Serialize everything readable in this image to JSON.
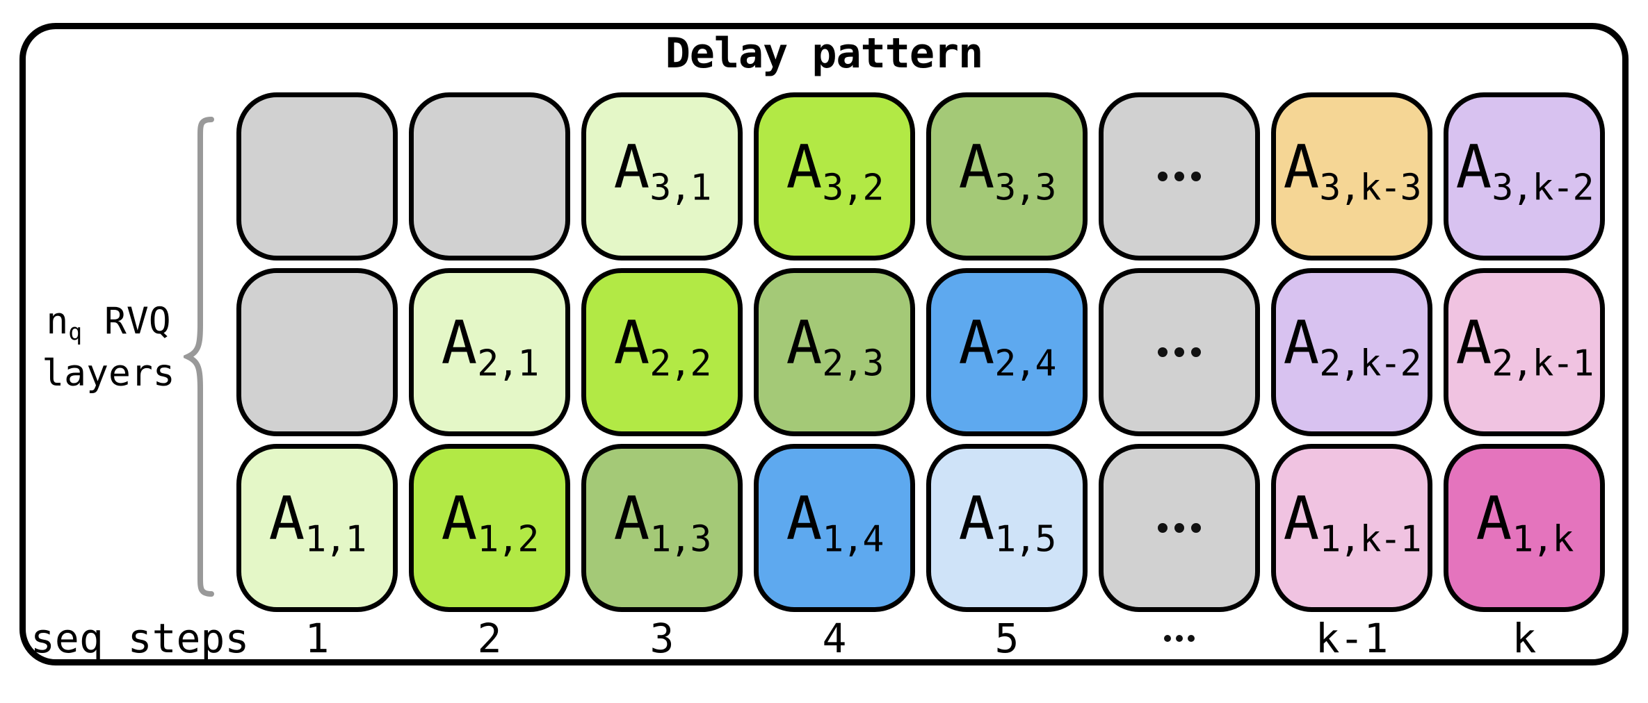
{
  "title": "Delay pattern",
  "left_axis": {
    "label_line1": {
      "base": "n",
      "sub": "q",
      "rest": " RVQ"
    },
    "label_line2": "layers",
    "brace_icon": "curly-brace",
    "brace_color": "#999999"
  },
  "bottom_axis": {
    "label": "seq steps",
    "steps": [
      "1",
      "2",
      "3",
      "4",
      "5",
      "⋯",
      "k-1",
      "k"
    ]
  },
  "palette": {
    "empty_gray": "#d1d1d1",
    "token_1": "#e4f7c7",
    "token_2": "#b2e945",
    "token_3": "#a4c977",
    "token_4": "#5ea9ef",
    "token_5": "#cfe3f8",
    "token_k_minus_3": "#f5d695",
    "token_k_minus_2": "#d8c2f0",
    "token_k_minus_1": "#f0c3e1",
    "token_k": "#e474bd",
    "cell_border": "#000000",
    "frame_border": "#000000",
    "text": "#000000"
  },
  "grid": {
    "rows": [
      {
        "layer": 3,
        "cells": [
          {
            "type": "empty",
            "fill": "#d1d1d1"
          },
          {
            "type": "empty",
            "fill": "#d1d1d1"
          },
          {
            "type": "token",
            "base": "A",
            "sub": "3,1",
            "fill": "#e4f7c7"
          },
          {
            "type": "token",
            "base": "A",
            "sub": "3,2",
            "fill": "#b2e945"
          },
          {
            "type": "token",
            "base": "A",
            "sub": "3,3",
            "fill": "#a4c977"
          },
          {
            "type": "ellipsis",
            "text": "⋯",
            "fill": "#d1d1d1"
          },
          {
            "type": "token",
            "base": "A",
            "sub": "3,k-3",
            "fill": "#f5d695"
          },
          {
            "type": "token",
            "base": "A",
            "sub": "3,k-2",
            "fill": "#d8c2f0"
          }
        ]
      },
      {
        "layer": 2,
        "cells": [
          {
            "type": "empty",
            "fill": "#d1d1d1"
          },
          {
            "type": "token",
            "base": "A",
            "sub": "2,1",
            "fill": "#e4f7c7"
          },
          {
            "type": "token",
            "base": "A",
            "sub": "2,2",
            "fill": "#b2e945"
          },
          {
            "type": "token",
            "base": "A",
            "sub": "2,3",
            "fill": "#a4c977"
          },
          {
            "type": "token",
            "base": "A",
            "sub": "2,4",
            "fill": "#5ea9ef"
          },
          {
            "type": "ellipsis",
            "text": "⋯",
            "fill": "#d1d1d1"
          },
          {
            "type": "token",
            "base": "A",
            "sub": "2,k-2",
            "fill": "#d8c2f0"
          },
          {
            "type": "token",
            "base": "A",
            "sub": "2,k-1",
            "fill": "#f0c3e1"
          }
        ]
      },
      {
        "layer": 1,
        "cells": [
          {
            "type": "token",
            "base": "A",
            "sub": "1,1",
            "fill": "#e4f7c7"
          },
          {
            "type": "token",
            "base": "A",
            "sub": "1,2",
            "fill": "#b2e945"
          },
          {
            "type": "token",
            "base": "A",
            "sub": "1,3",
            "fill": "#a4c977"
          },
          {
            "type": "token",
            "base": "A",
            "sub": "1,4",
            "fill": "#5ea9ef"
          },
          {
            "type": "token",
            "base": "A",
            "sub": "1,5",
            "fill": "#cfe3f8"
          },
          {
            "type": "ellipsis",
            "text": "⋯",
            "fill": "#d1d1d1"
          },
          {
            "type": "token",
            "base": "A",
            "sub": "1,k-1",
            "fill": "#f0c3e1"
          },
          {
            "type": "token",
            "base": "A",
            "sub": "1,k",
            "fill": "#e474bd"
          }
        ]
      }
    ]
  }
}
